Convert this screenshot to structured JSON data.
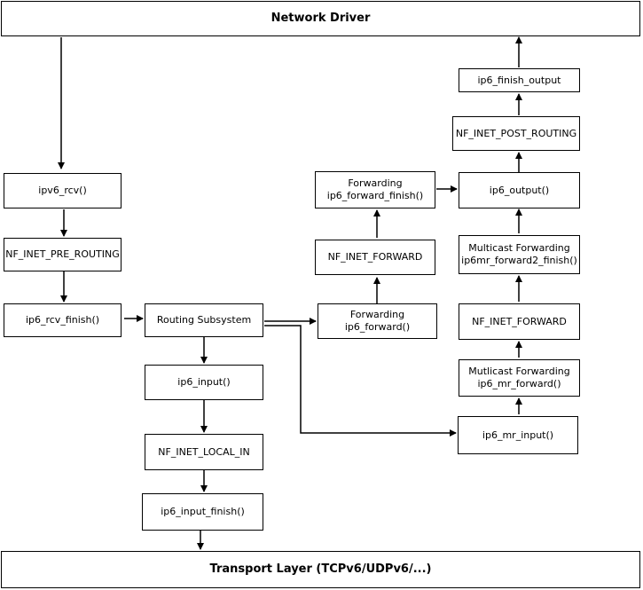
{
  "nodes": {
    "network_driver": {
      "label": "Network Driver"
    },
    "ipv6_rcv": {
      "label": "ipv6_rcv()"
    },
    "nf_pre_routing": {
      "label": "NF_INET_PRE_ROUTING"
    },
    "ip6_rcv_finish": {
      "label": "ip6_rcv_finish()"
    },
    "routing_subsystem": {
      "label": "Routing Subsystem"
    },
    "ip6_input": {
      "label": "ip6_input()"
    },
    "nf_local_in": {
      "label": "NF_INET_LOCAL_IN"
    },
    "ip6_input_finish": {
      "label": "ip6_input_finish()"
    },
    "fwd": {
      "line1": "Forwarding",
      "line2": "ip6_forward()"
    },
    "nf_forward_left": {
      "label": "NF_INET_FORWARD"
    },
    "fwd_finish": {
      "line1": "Forwarding",
      "line2": "ip6_forward_finish()"
    },
    "ip6_output": {
      "label": "ip6_output()"
    },
    "nf_post_routing": {
      "label": "NF_INET_POST_ROUTING"
    },
    "ip6_finish_output": {
      "label": "ip6_finish_output"
    },
    "mc_fwd2_finish": {
      "line1": "Multicast Forwarding",
      "line2": "ip6mr_forward2_finish()"
    },
    "nf_forward_right": {
      "label": "NF_INET_FORWARD"
    },
    "mc_fwd": {
      "line1": "Mutlicast Forwarding",
      "line2": "ip6_mr_forward()"
    },
    "ip6_mr_input": {
      "label": "ip6_mr_input()"
    },
    "transport_layer": {
      "label": "Transport Layer (TCPv6/UDPv6/...)"
    }
  },
  "colors": {
    "stroke": "#000000",
    "fill": "#ffffff"
  }
}
